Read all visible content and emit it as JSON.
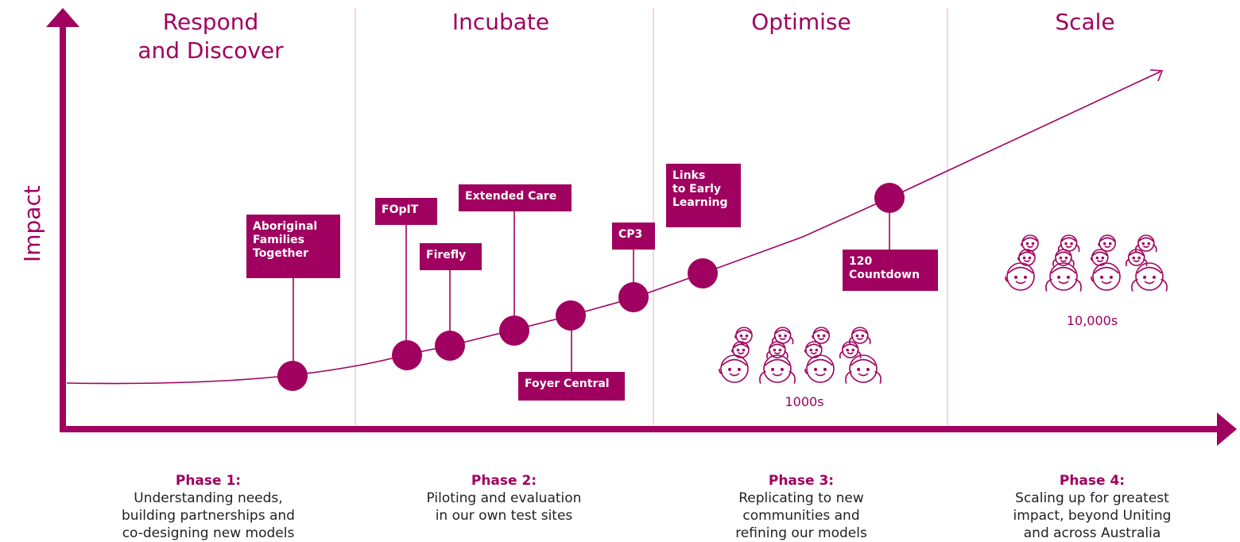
{
  "y_axis_label": "Impact",
  "stages": [
    {
      "title": "Respond\nand Discover"
    },
    {
      "title": "Incubate"
    },
    {
      "title": "Optimise"
    },
    {
      "title": "Scale"
    }
  ],
  "milestones": [
    {
      "label": "Aboriginal\nFamilies\nTogether"
    },
    {
      "label": "FOpIT"
    },
    {
      "label": "Firefly"
    },
    {
      "label": "Extended Care"
    },
    {
      "label": "Foyer Central"
    },
    {
      "label": "CP3"
    },
    {
      "label": "Links\nto Early\nLearning"
    },
    {
      "label": "120\nCountdown"
    }
  ],
  "population": [
    {
      "label": "1000s"
    },
    {
      "label": "10,000s"
    }
  ],
  "phases": [
    {
      "name": "Phase 1:",
      "text": "Understanding needs,\nbuilding partnerships and\nco-designing new models"
    },
    {
      "name": "Phase 2:",
      "text": "Piloting and evaluation\nin our own test sites"
    },
    {
      "name": "Phase 3:",
      "text": "Replicating to new\ncommunities and\nrefining our models"
    },
    {
      "name": "Phase 4:",
      "text": "Scaling up for greatest\nimpact, beyond Uniting\nand across Australia"
    }
  ],
  "colors": {
    "accent": "#a0005f",
    "divider": "#f2c6da",
    "text": "#222222"
  }
}
